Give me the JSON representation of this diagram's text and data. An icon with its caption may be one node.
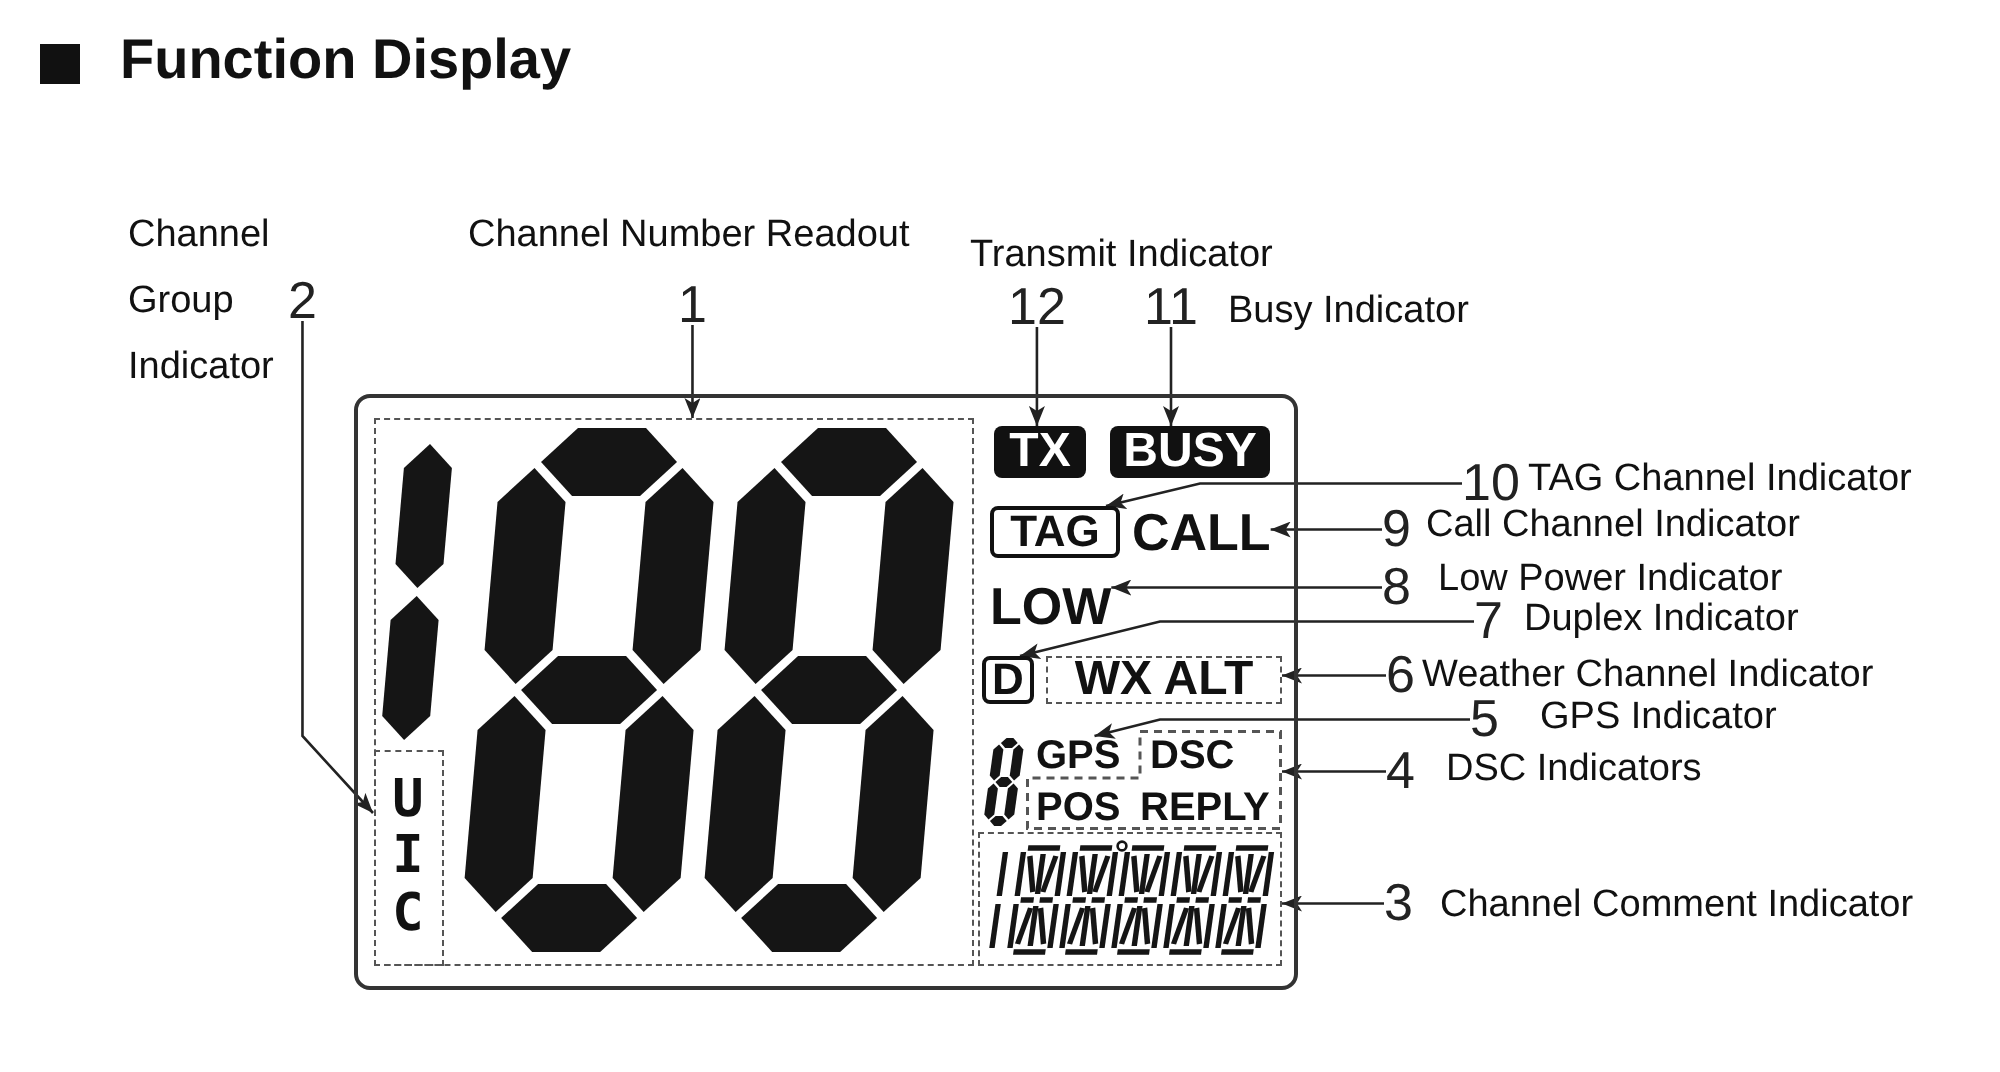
{
  "diagram": {
    "title": "Function Display",
    "nodes": [
      {
        "text": [
          "2"
        ],
        "beside": [
          "Channel Group Indicator"
        ]
      },
      {
        "text": [
          "1"
        ],
        "beside": [
          "Channel Number Readout"
        ]
      },
      {
        "text": [
          "12"
        ],
        "beside": [
          "Transmit Indicator"
        ]
      },
      {
        "text": [
          "11"
        ],
        "beside": [
          "Busy Indicator"
        ]
      },
      {
        "text": [],
        "shape": "box"
      },
      {
        "text": [],
        "shape": "box",
        "in": 4
      },
      {
        "text": [
          "UIC"
        ],
        "in": 5
      },
      {
        "text": [
          "TX"
        ],
        "in": 4
      },
      {
        "text": [
          "BUSY"
        ],
        "in": 4
      },
      {
        "text": [
          "TAG"
        ],
        "in": 4
      },
      {
        "text": [
          "CALL"
        ],
        "in": 4
      },
      {
        "text": [
          "LOW"
        ],
        "in": 4
      },
      {
        "text": [
          "D"
        ],
        "in": 4
      },
      {
        "text": [
          "WX ALT"
        ],
        "in": 4
      },
      {
        "text": [
          "GPS"
        ],
        "in": 4
      },
      {
        "text": [
          "DSC",
          "POS",
          "REPLY"
        ],
        "in": 4
      },
      {
        "text": [],
        "shape": "box",
        "in": 4
      },
      {
        "text": [
          "10"
        ],
        "beside": [
          "TAG Channel Indicator"
        ]
      },
      {
        "text": [
          "9"
        ],
        "beside": [
          "Call Channel Indicator"
        ]
      },
      {
        "text": [
          "8"
        ],
        "beside": [
          "Low Power Indicator"
        ]
      },
      {
        "text": [
          "7"
        ],
        "beside": [
          "Duplex Indicator"
        ]
      },
      {
        "text": [
          "6"
        ],
        "beside": [
          "Weather Channel Indicator"
        ]
      },
      {
        "text": [
          "5"
        ],
        "beside": [
          "GPS Indicator"
        ]
      },
      {
        "text": [
          "4"
        ],
        "beside": [
          "DSC Indicators"
        ]
      },
      {
        "text": [
          "3"
        ],
        "beside": [
          "Channel Comment Indicator"
        ]
      }
    ],
    "edges": [
      {
        "from": 0,
        "to": 6,
        "arrow": "to"
      },
      {
        "from": 1,
        "to": 5,
        "arrow": "to"
      },
      {
        "from": 2,
        "to": 7,
        "arrow": "to"
      },
      {
        "from": 3,
        "to": 8,
        "arrow": "to"
      },
      {
        "from": 17,
        "to": 9,
        "arrow": "to"
      },
      {
        "from": 18,
        "to": 10,
        "arrow": "to"
      },
      {
        "from": 19,
        "to": 11,
        "arrow": "to"
      },
      {
        "from": 20,
        "to": 12,
        "arrow": "to"
      },
      {
        "from": 21,
        "to": 13,
        "arrow": "to"
      },
      {
        "from": 22,
        "to": 14,
        "arrow": "to"
      },
      {
        "from": 23,
        "to": 15,
        "arrow": "to"
      },
      {
        "from": 24,
        "to": 16,
        "arrow": "to"
      }
    ]
  }
}
